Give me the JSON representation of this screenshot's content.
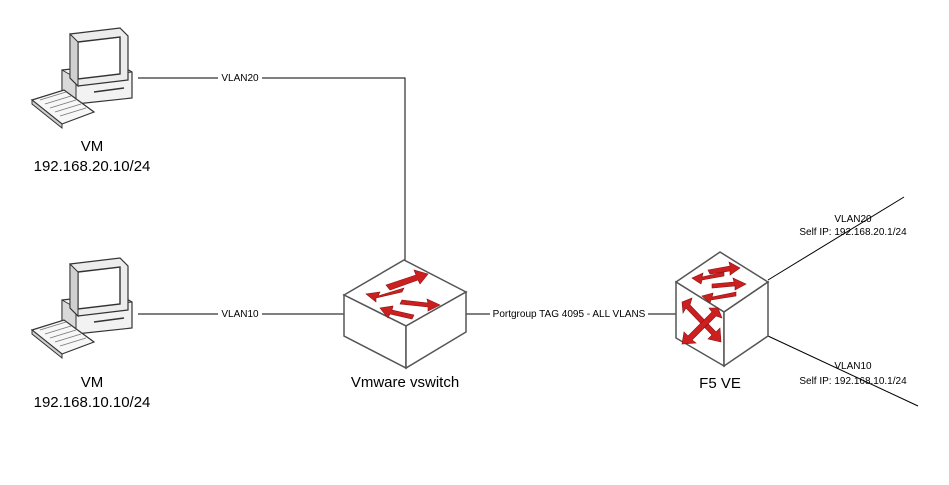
{
  "colors": {
    "line": "#000000",
    "device_fill": "#ffffff",
    "device_stroke": "#555555",
    "arrow": "#cc1f1f"
  },
  "nodes": {
    "vm1": {
      "name": "VM",
      "ip": "192.168.20.10/24",
      "icon": "computer-icon"
    },
    "vm2": {
      "name": "VM",
      "ip": "192.168.10.10/24",
      "icon": "computer-icon"
    },
    "vswitch": {
      "name": "Vmware vswitch",
      "icon": "switch-icon"
    },
    "f5": {
      "name": "F5 VE",
      "icon": "router-icon"
    }
  },
  "links": {
    "vm1_switch": "VLAN20",
    "vm2_switch": "VLAN10",
    "switch_f5": "Portgroup TAG 4095 - ALL VLANS"
  },
  "f5_interfaces": {
    "upper": {
      "vlan": "VLAN20",
      "self_ip": "Self IP: 192.168.20.1/24"
    },
    "lower": {
      "vlan": "VLAN10",
      "self_ip": "Self IP: 192.168.10.1/24"
    }
  }
}
